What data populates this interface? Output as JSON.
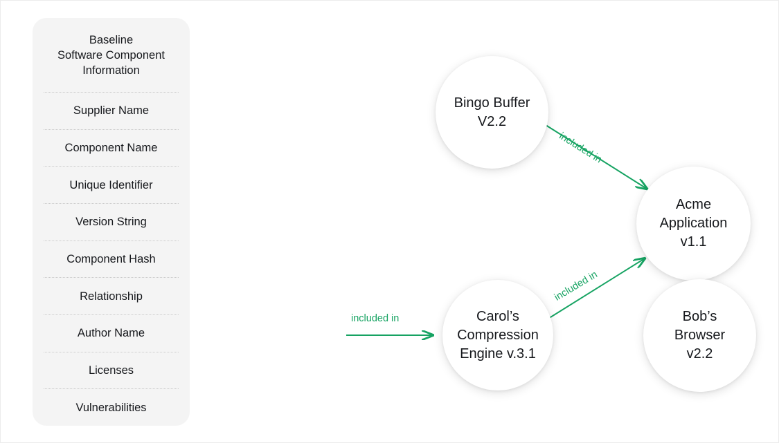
{
  "theme": {
    "page_background": "#ffffff",
    "panel_background": "#f4f4f4",
    "text_color": "#16181c",
    "accent_green": "#16a362",
    "separator_color": "#c9c9c9"
  },
  "sidebar": {
    "title": "Baseline\nSoftware Component\nInformation",
    "items": [
      {
        "label": "Supplier Name"
      },
      {
        "label": "Component Name"
      },
      {
        "label": "Unique Identifier"
      },
      {
        "label": "Version String"
      },
      {
        "label": "Component Hash"
      },
      {
        "label": "Relationship"
      },
      {
        "label": "Author Name"
      },
      {
        "label": "Licenses"
      },
      {
        "label": "Vulnerabilities"
      }
    ]
  },
  "graph": {
    "nodes": [
      {
        "id": "bingo",
        "label": "Bingo Buffer\nV2.2"
      },
      {
        "id": "acme",
        "label": "Acme\nApplication\nv1.1"
      },
      {
        "id": "carol",
        "label": "Carol’s\nCompression\nEngine v.3.1"
      },
      {
        "id": "bob",
        "label": "Bob’s\nBrowser\nv2.2"
      }
    ],
    "edges": [
      {
        "id": "bingo-acme",
        "from": "bingo",
        "to": "acme",
        "label": "included in"
      },
      {
        "id": "bob-acme",
        "from": "bob",
        "to": "acme",
        "label": "included in"
      },
      {
        "id": "carol-bob",
        "from": "carol",
        "to": "bob",
        "label": "included in"
      }
    ]
  }
}
